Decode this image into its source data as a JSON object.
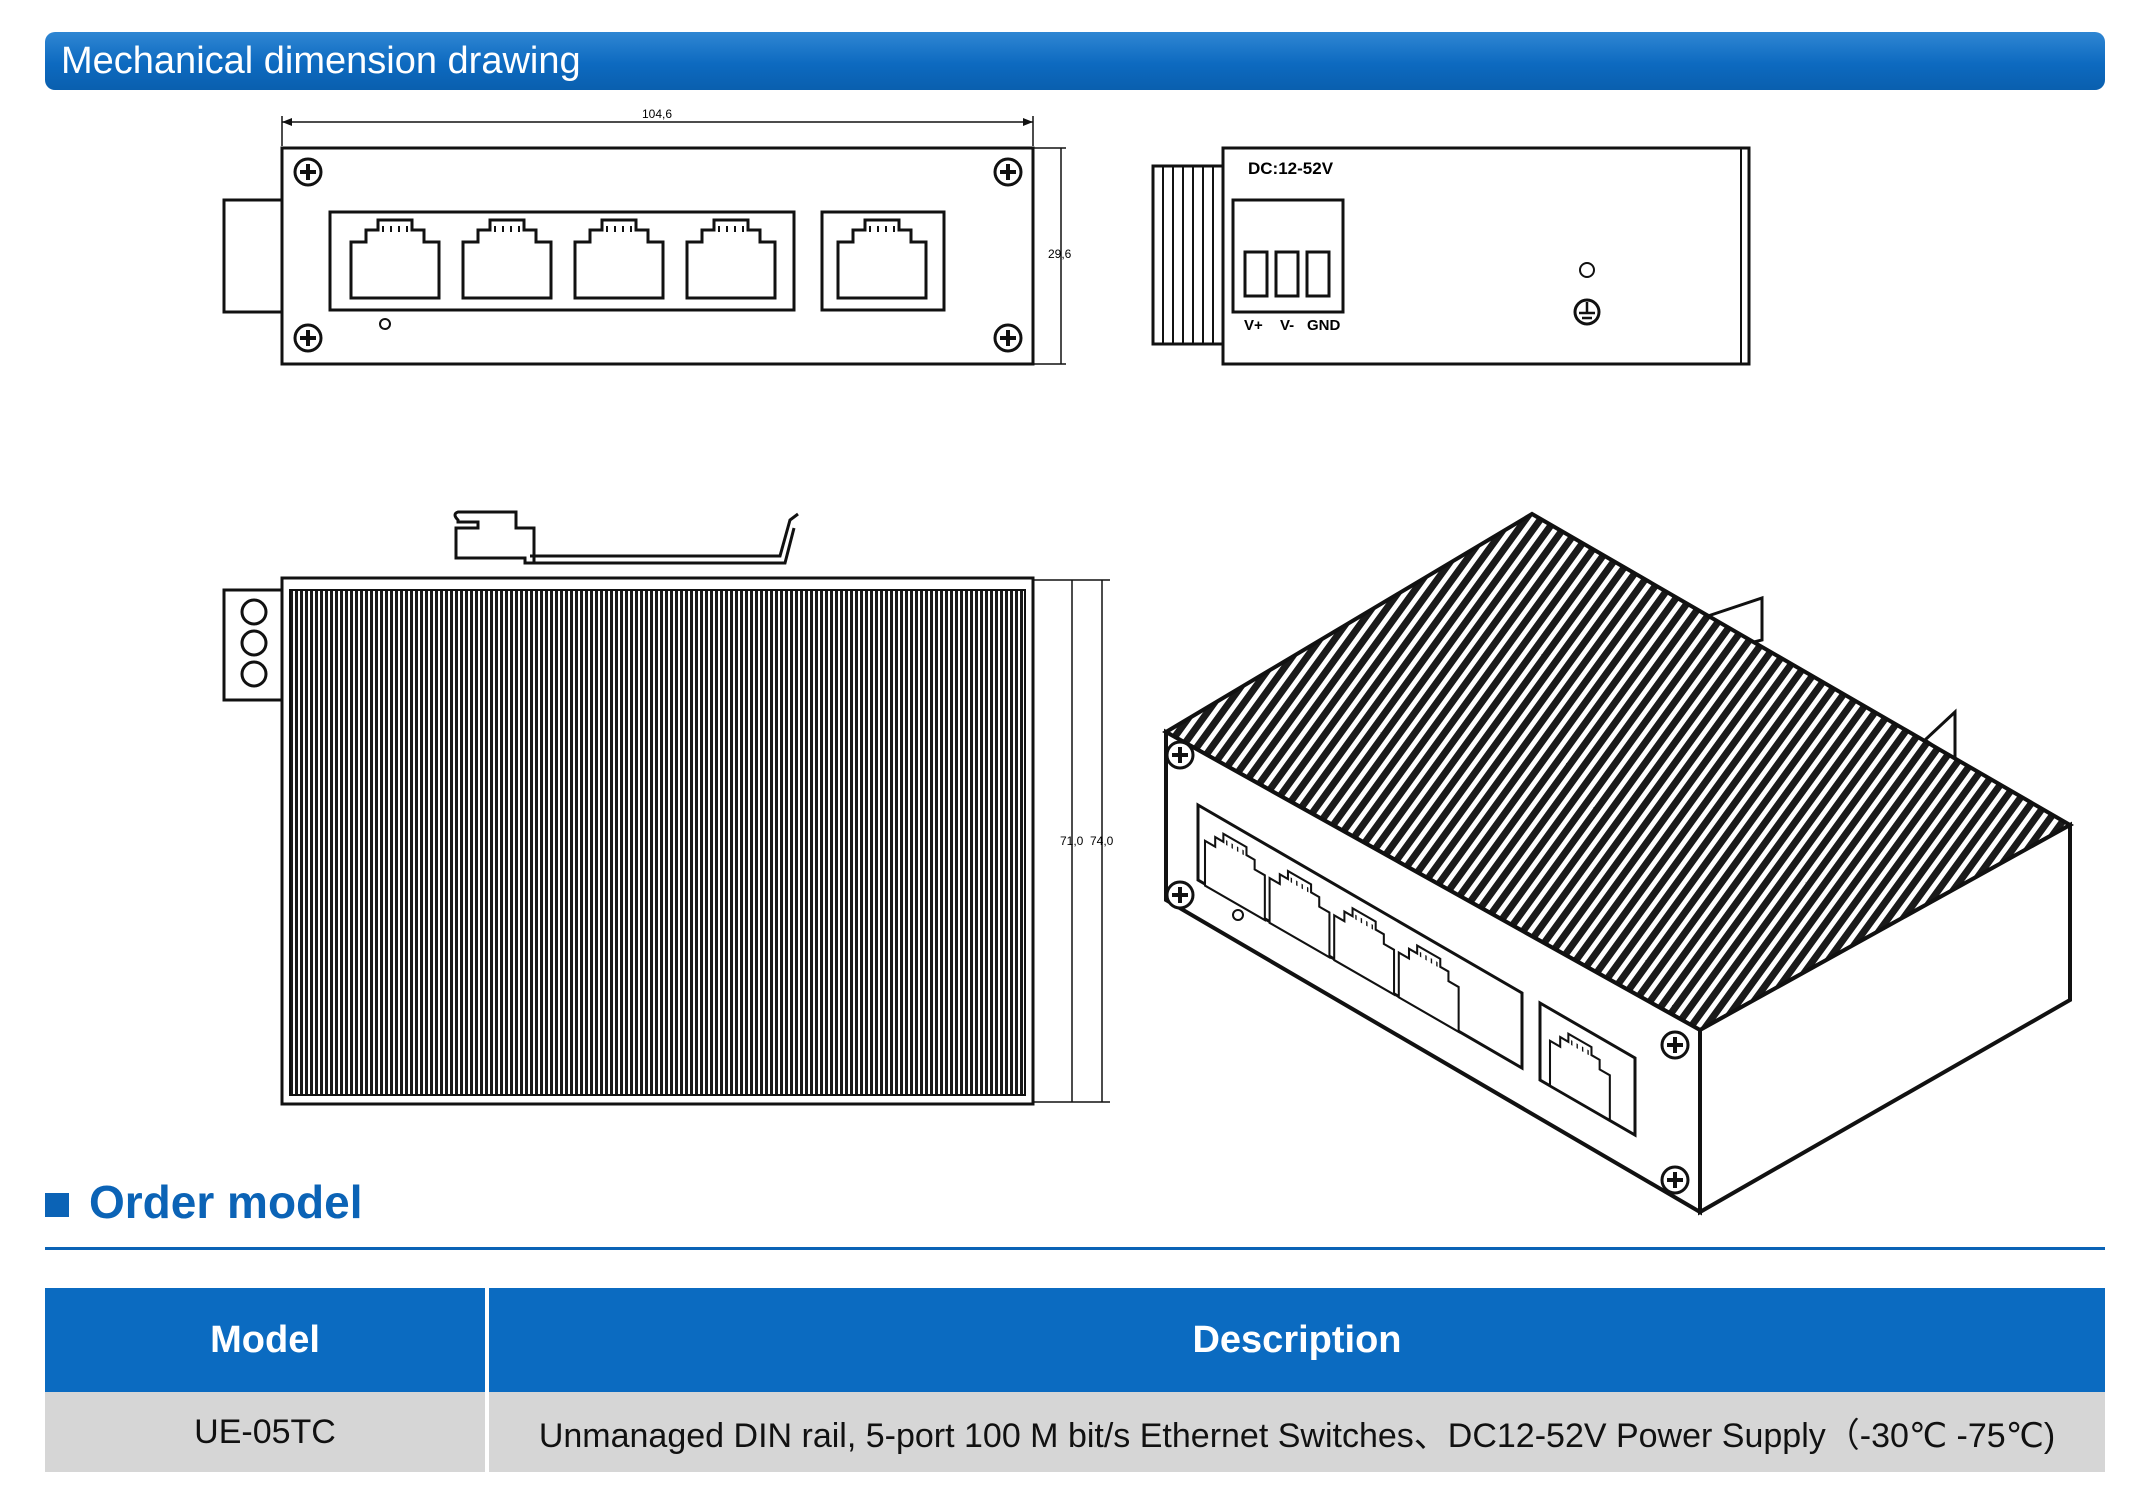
{
  "section": {
    "title": "Mechanical dimension drawing"
  },
  "drawing": {
    "front_width_dim": "104,6",
    "front_height_dim": "29,6",
    "side_power_label": "DC:12-52V",
    "terminal_labels": [
      "V+",
      "V-",
      "GND"
    ],
    "top_inner_dim": "71,0",
    "top_outer_dim": "74,0",
    "icons": [
      "screw-icon",
      "rj45-port-icon",
      "led-indicator-icon",
      "ground-symbol-icon"
    ]
  },
  "order": {
    "title": "Order model",
    "headers": {
      "model": "Model",
      "description": "Description"
    },
    "rows": [
      {
        "model": "UE-05TC",
        "description": "Unmanaged DIN rail, 5-port 100 M bit/s Ethernet Switches、DC12-52V Power Supply（-30℃ -75℃)"
      }
    ]
  },
  "colors": {
    "accent": "#0b6bc1",
    "row_bg": "#d6d6d6"
  }
}
